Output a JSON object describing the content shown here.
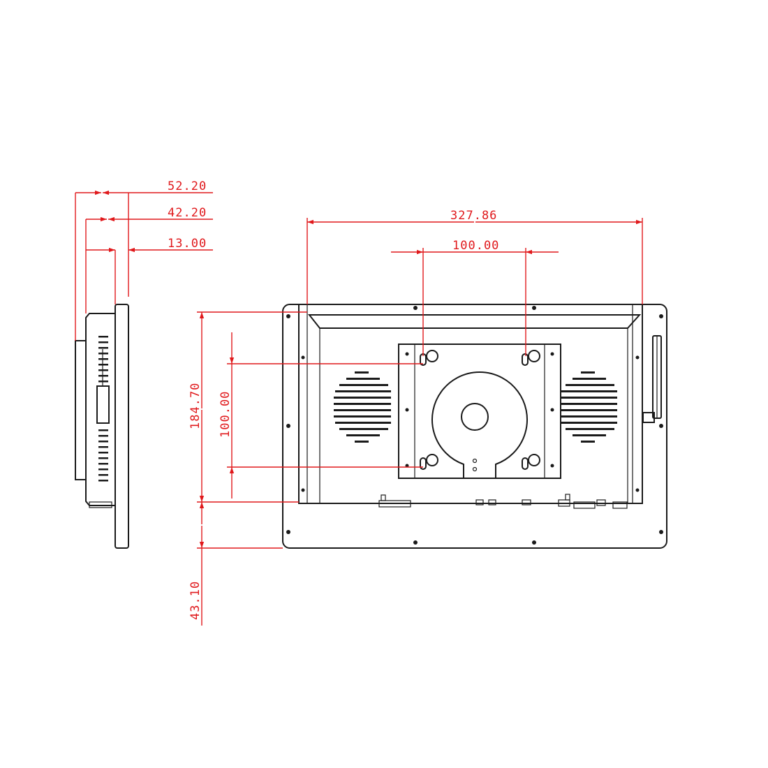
{
  "dimensions": {
    "side_total_depth": "52.20",
    "side_body_depth": "42.20",
    "side_bezel_depth": "13.00",
    "overall_width": "327.86",
    "vesa_horizontal": "100.00",
    "vesa_vertical": "100.00",
    "rear_body_height": "184.70",
    "bottom_offset": "43.10"
  },
  "colors": {
    "dimension": "#e0191c",
    "outline": "#1a1a1a",
    "background": "#ffffff"
  }
}
